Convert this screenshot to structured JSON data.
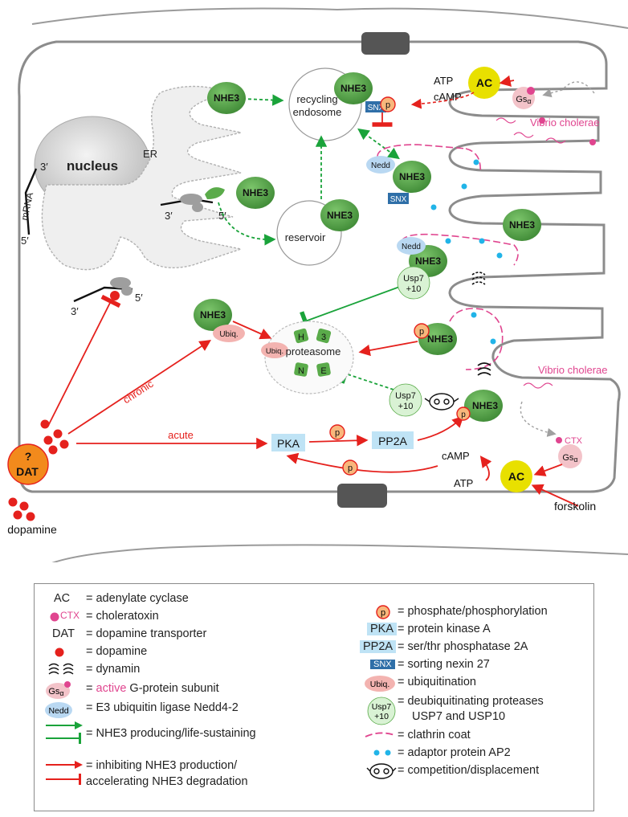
{
  "colors": {
    "nhe3": "#5aab4a",
    "nhe3_dark": "#3f8a36",
    "red": "#e5211d",
    "green": "#1aa33a",
    "pink": "#e0458f",
    "ac_yellow": "#e8e000",
    "dat_orange": "#f28a1c",
    "pka_blue": "#bfe3f5",
    "snx_blue": "#2f6fa8",
    "nedd_blue": "#b9d8f2",
    "ubiq_pink": "#f3b3b0",
    "usp_green": "#d9f2d4",
    "phos_fill": "#f8b77c",
    "membrane": "#8c8c8c"
  },
  "labels": {
    "nucleus": "nucleus",
    "er": "ER",
    "mrna": "mRNA",
    "three_prime": "3′",
    "five_prime": "5′",
    "nhe3": "NHE3",
    "recycling_endosome_1": "recycling",
    "recycling_endosome_2": "endosome",
    "reservoir": "reservoir",
    "snx": "SNX",
    "p": "p",
    "atp": "ATP",
    "camp": "cAMP",
    "ac": "AC",
    "gs": "Gs",
    "alpha": "α",
    "vibrio": "Vibrio cholerae",
    "ctx": "CTX",
    "nedd": "Nedd",
    "usp7": "Usp7",
    "plus10": "+10",
    "ubiq": "Ubiq.",
    "proteasome": "proteasome",
    "prot_h": "H",
    "prot_3": "3",
    "prot_n": "N",
    "prot_e": "E",
    "chronic": "chronic",
    "acute": "acute",
    "pka": "PKA",
    "pp2a": "PP2A",
    "dat": "DAT",
    "question": "?",
    "dopamine": "dopamine",
    "forskolin": "forskolin"
  },
  "legend": {
    "left": [
      {
        "key": "AC",
        "text": "= adenylate cyclase"
      },
      {
        "key": "CTX",
        "text": "= choleratoxin"
      },
      {
        "key": "DAT",
        "text": "= dopamine transporter"
      },
      {
        "key": "",
        "text": "= dopamine"
      },
      {
        "key": "",
        "text": "= dynamin"
      },
      {
        "key": "Gs",
        "text_pre": "= ",
        "text_active": "active",
        "text_post": " G-protein subunit"
      },
      {
        "key": "Nedd",
        "text": "= E3 ubiquitin ligase Nedd4-2"
      },
      {
        "key": "",
        "text": "= NHE3 producing/life-sustaining"
      },
      {
        "key": "",
        "text": "= inhibiting NHE3 production/",
        "text2": "accelerating NHE3 degradation"
      }
    ],
    "right": [
      {
        "key": "p",
        "text": "= phosphate/phosphorylation"
      },
      {
        "key": "PKA",
        "text": "= protein kinase A"
      },
      {
        "key": "PP2A",
        "text": "= ser/thr phosphatase 2A"
      },
      {
        "key": "SNX",
        "text": "= sorting nexin 27"
      },
      {
        "key": "Ubiq.",
        "text": "= ubiquitination"
      },
      {
        "key": "Usp7 +10",
        "text": "= deubiquitinating proteases",
        "text2": "USP7 and USP10"
      },
      {
        "key": "",
        "text": "= clathrin coat"
      },
      {
        "key": "",
        "text": "= adaptor protein AP2"
      },
      {
        "key": "",
        "text": "= competition/displacement"
      }
    ]
  }
}
